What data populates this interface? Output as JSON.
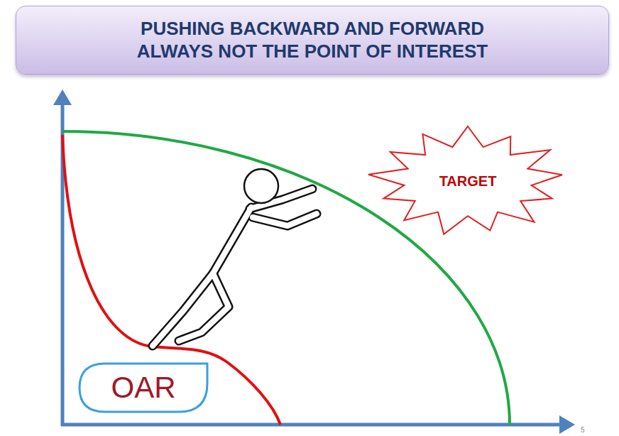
{
  "diagram": {
    "title": "PUSHING BACKWARD AND FORWARD ALWAYS NOT THE POINT OF INTEREST",
    "nodes": [
      {
        "text": [
          "TARGET"
        ]
      },
      {
        "text": [
          "OAR"
        ]
      }
    ],
    "labels": [
      "5"
    ]
  }
}
